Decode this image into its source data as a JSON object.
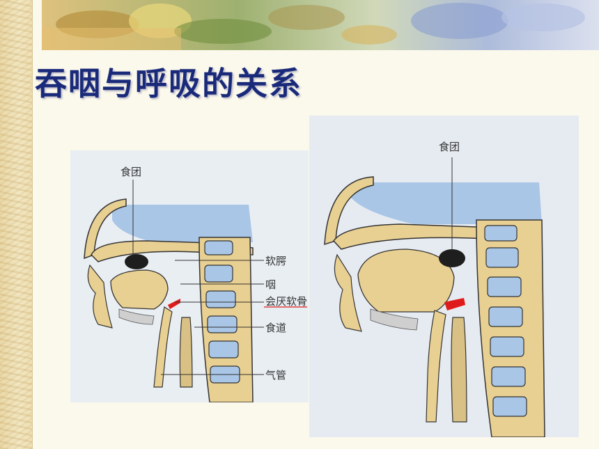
{
  "slide": {
    "title": "吞咽与呼吸的关系"
  },
  "colors": {
    "title": "#1a2a7a",
    "tissue": "#e8cf92",
    "airway_blue": "#a9c6e6",
    "epiglottis_red": "#e01b1b",
    "bolus": "#1e1e1e"
  },
  "figures": {
    "left": {
      "label_bolus": "食团",
      "labels": [
        "软腭",
        "咽",
        "会厌软骨",
        "食道",
        "气管"
      ]
    },
    "right": {
      "label_bolus": "食团"
    }
  }
}
